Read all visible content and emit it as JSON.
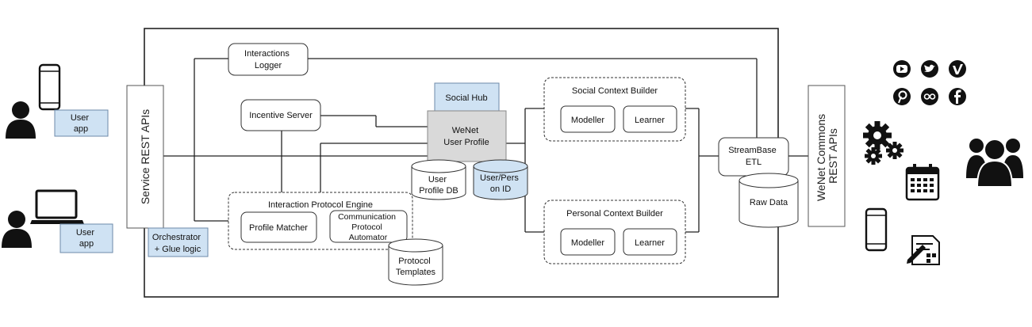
{
  "architecture": {
    "service_api": "Service REST APIs",
    "commons_api": [
      "WeNet Commons",
      "REST APIs"
    ],
    "orchestrator": [
      "Orchestrator",
      "+ Glue logic"
    ],
    "interactions_logger": [
      "Interactions",
      "Logger"
    ],
    "incentive_server": "Incentive Server",
    "social_hub": "Social Hub",
    "user_profile": [
      "WeNet",
      "User Profile"
    ],
    "profile_db": [
      "User",
      "Profile DB"
    ],
    "persona_id": [
      "User/Pers",
      "on ID"
    ],
    "interaction_engine": {
      "title": "Interaction Protocol Engine",
      "profile_matcher": "Profile Matcher",
      "comm_automator": [
        "Communication",
        "Protocol",
        "Automator"
      ]
    },
    "protocol_templates": [
      "Protocol",
      "Templates"
    ],
    "social_context": {
      "title": "Social Context Builder",
      "modeller": "Modeller",
      "learner": "Learner"
    },
    "personal_context": {
      "title": "Personal Context Builder",
      "modeller": "Modeller",
      "learner": "Learner"
    },
    "streambase": [
      "StreamBase",
      "ETL"
    ],
    "raw_data": "Raw Data"
  },
  "clients": {
    "phone_user_app": [
      "User",
      "app"
    ],
    "laptop_user_app": [
      "User",
      "app"
    ]
  },
  "icons": {
    "social": [
      "youtube-icon",
      "twitter-icon",
      "vimeo-icon",
      "pinterest-icon",
      "flickr-icon",
      "facebook-icon"
    ],
    "devices": [
      "gears-icon",
      "calendar-icon",
      "group-icon",
      "smartphone-icon",
      "form-icon"
    ]
  },
  "colors": {
    "highlight": "#cfe2f3",
    "profile_fill": "#d9d9d9"
  }
}
